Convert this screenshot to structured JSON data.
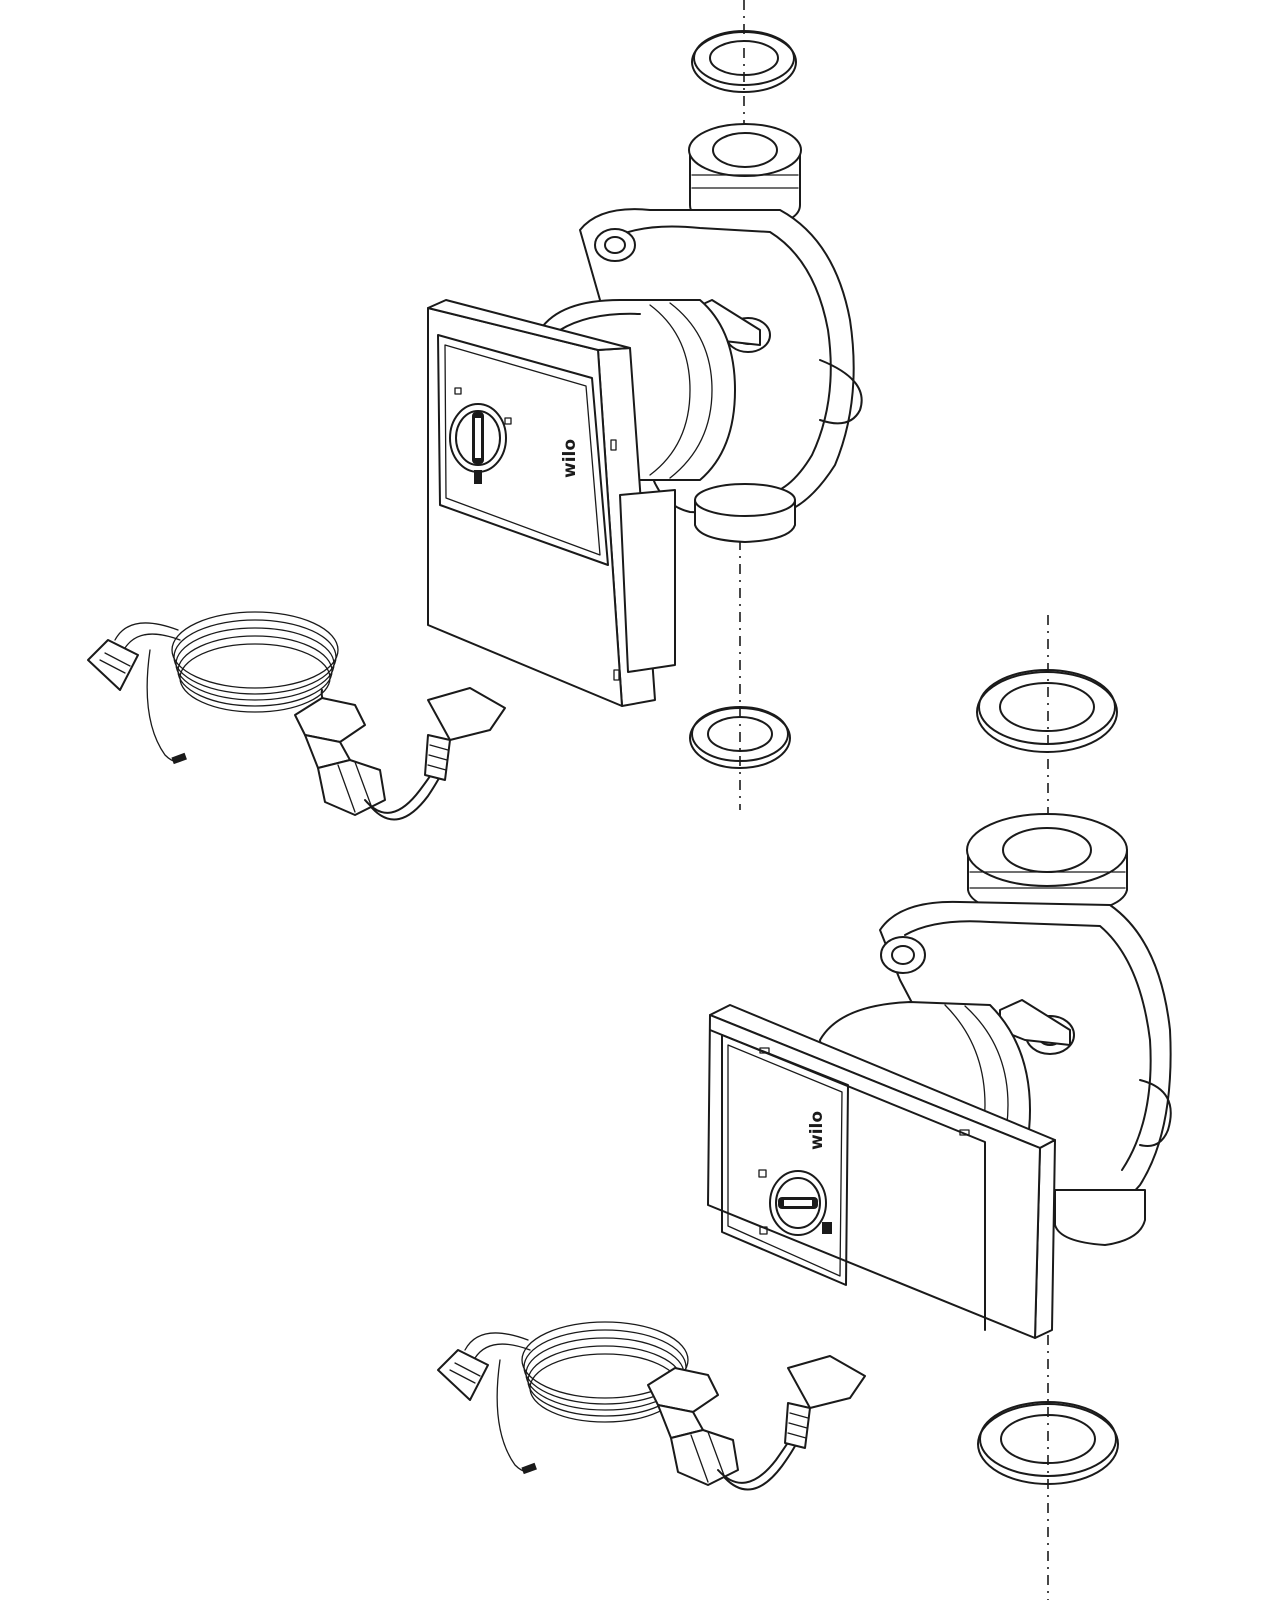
{
  "diagram": {
    "pumps": [
      {
        "id": "pump-upper",
        "brand_label": "wilo"
      },
      {
        "id": "pump-lower",
        "brand_label": "wilo"
      }
    ],
    "colors": {
      "line": "#1a1a1a",
      "background": "#ffffff"
    }
  }
}
